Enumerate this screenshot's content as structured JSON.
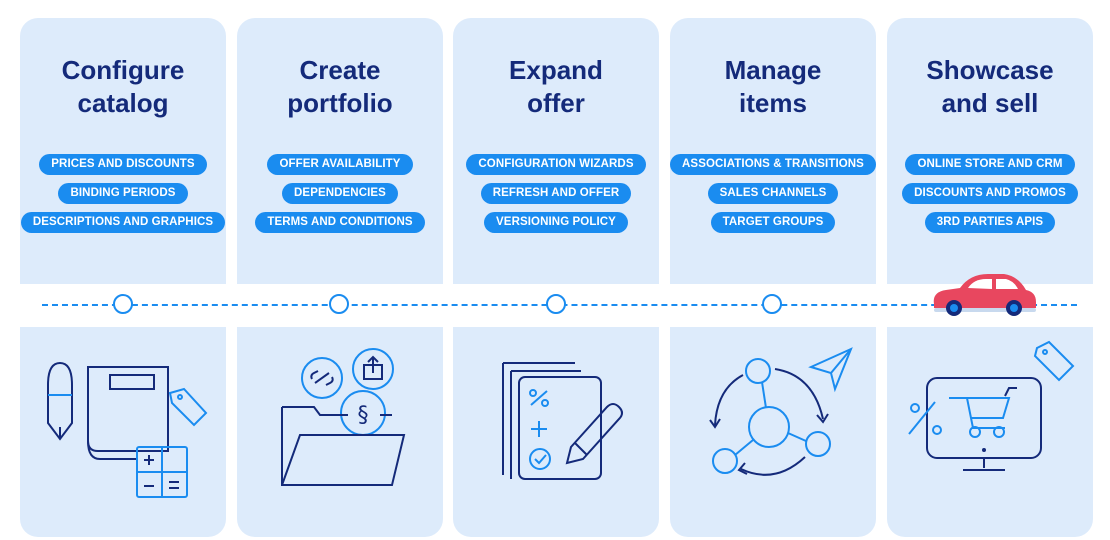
{
  "steps": [
    {
      "title_lines": [
        "Configure",
        "catalog"
      ],
      "tags": [
        "PRICES AND DISCOUNTS",
        "BINDING PERIODS",
        "DESCRIPTIONS AND GRAPHICS"
      ]
    },
    {
      "title_lines": [
        "Create",
        "portfolio"
      ],
      "tags": [
        "OFFER AVAILABILITY",
        "DEPENDENCIES",
        "TERMS AND CONDITIONS"
      ]
    },
    {
      "title_lines": [
        "Expand",
        "offer"
      ],
      "tags": [
        "CONFIGURATION WIZARDS",
        "REFRESH AND OFFER",
        "VERSIONING POLICY"
      ]
    },
    {
      "title_lines": [
        "Manage",
        "items"
      ],
      "tags": [
        "ASSOCIATIONS & TRANSITIONS",
        "SALES CHANNELS",
        "TARGET GROUPS"
      ]
    },
    {
      "title_lines": [
        "Showcase",
        "and sell"
      ],
      "tags": [
        "ONLINE STORE AND CRM",
        "DISCOUNTS AND PROMOS",
        "3RD PARTIES APIS"
      ]
    }
  ],
  "icons": [
    "catalog-book-icon",
    "portfolio-folder-icon",
    "offer-document-icon",
    "network-items-icon",
    "store-monitor-icon",
    "car-icon"
  ],
  "colors": {
    "card_bg": "#ddebfb",
    "title": "#142a7a",
    "pill": "#1a8cf0",
    "car": "#e8475f"
  }
}
